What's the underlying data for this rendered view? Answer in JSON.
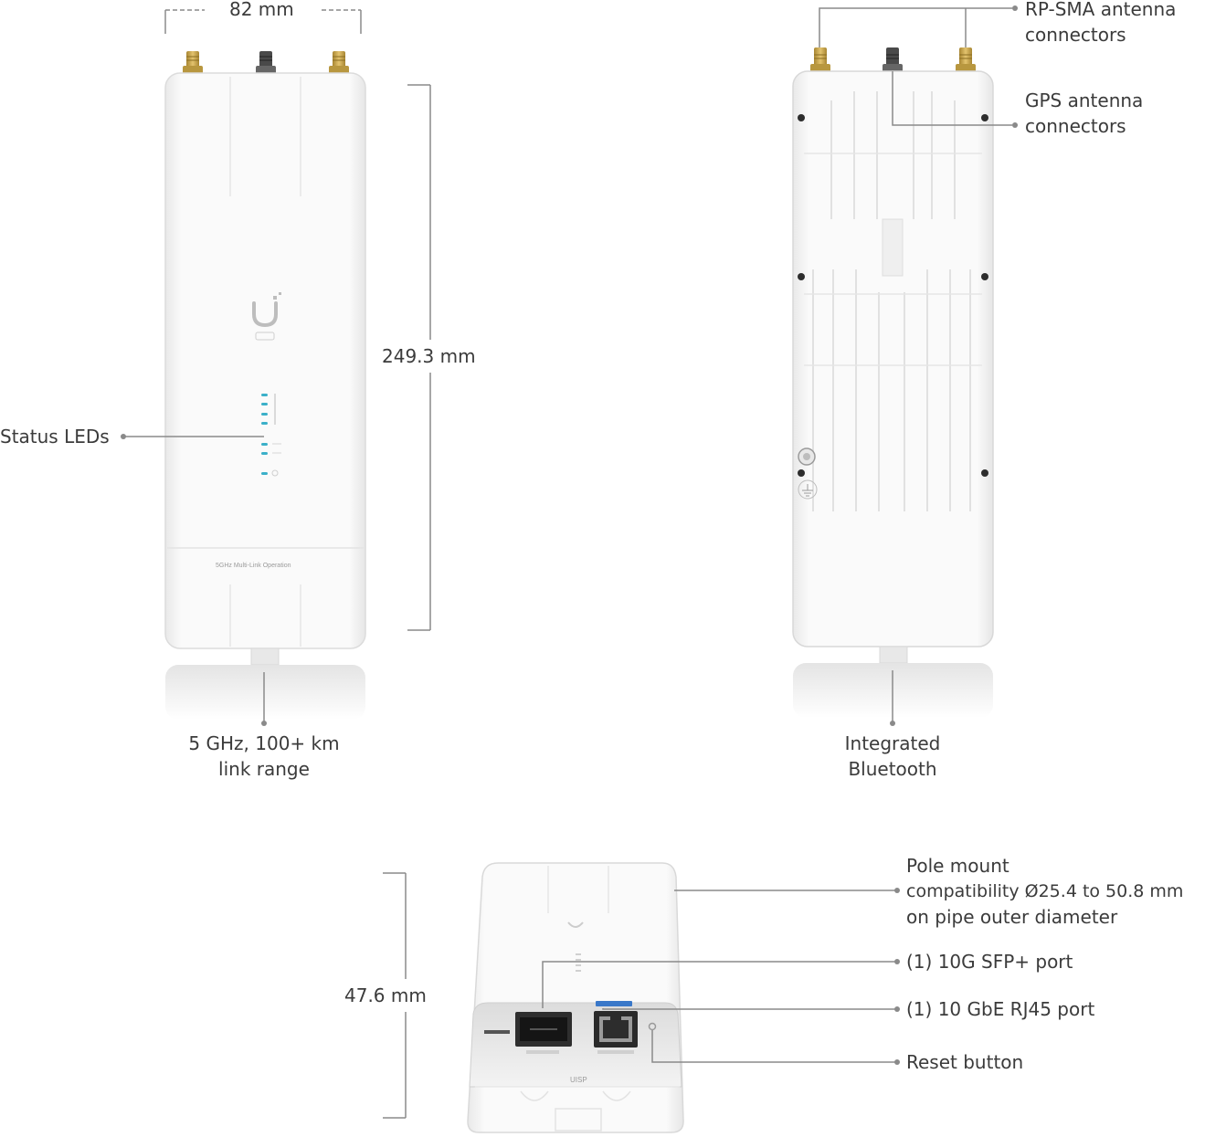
{
  "dimensions": {
    "width": "82 mm",
    "height": "249.3 mm",
    "depth": "47.6 mm"
  },
  "front_view": {
    "status_leds": "Status LEDs",
    "link_range_line1": "5 GHz, 100+ km",
    "link_range_line2": "link range",
    "device_print": "5GHz Multi-Link Operation"
  },
  "back_view": {
    "rp_sma_line1": "RP-SMA antenna",
    "rp_sma_line2": "connectors",
    "gps_line1": "GPS antenna",
    "gps_line2": "connectors",
    "bluetooth_line1": "Integrated",
    "bluetooth_line2": "Bluetooth"
  },
  "bottom_view": {
    "pole_line1": "Pole mount",
    "pole_line2": "compatibility Ø25.4 to 50.8 mm",
    "pole_line3": "on pipe outer diameter",
    "sfp_port": "(1) 10G SFP+ port",
    "rj45_port": "(1) 10 GbE RJ45 port",
    "reset_button": "Reset button",
    "device_print": "UISP"
  },
  "colors": {
    "device_body": "#f7f7f7",
    "device_edge": "#d9d9d9",
    "callout_line": "#8a8a8a",
    "led": "#3bb0c9",
    "connector_gold": "#c9a24a",
    "connector_dark": "#3a3a3a"
  }
}
